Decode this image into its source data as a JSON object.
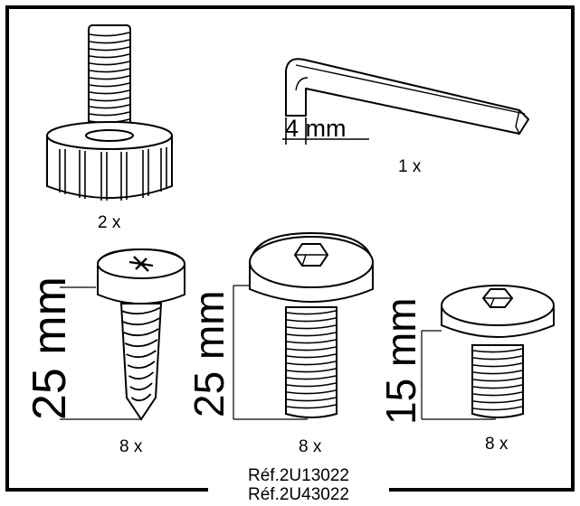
{
  "colors": {
    "ink": "#000000",
    "paper": "#ffffff"
  },
  "parts": {
    "foot": {
      "qty": "2 x"
    },
    "hex_key": {
      "size": "4 mm",
      "qty": "1 x"
    },
    "wood_screw": {
      "length": "25 mm",
      "qty": "8 x"
    },
    "bolt_long": {
      "length": "25 mm",
      "qty": "8 x"
    },
    "bolt_short": {
      "length": "15 mm",
      "qty": "8 x"
    }
  },
  "references": [
    "Réf.2U13022",
    "Réf.2U43022"
  ]
}
